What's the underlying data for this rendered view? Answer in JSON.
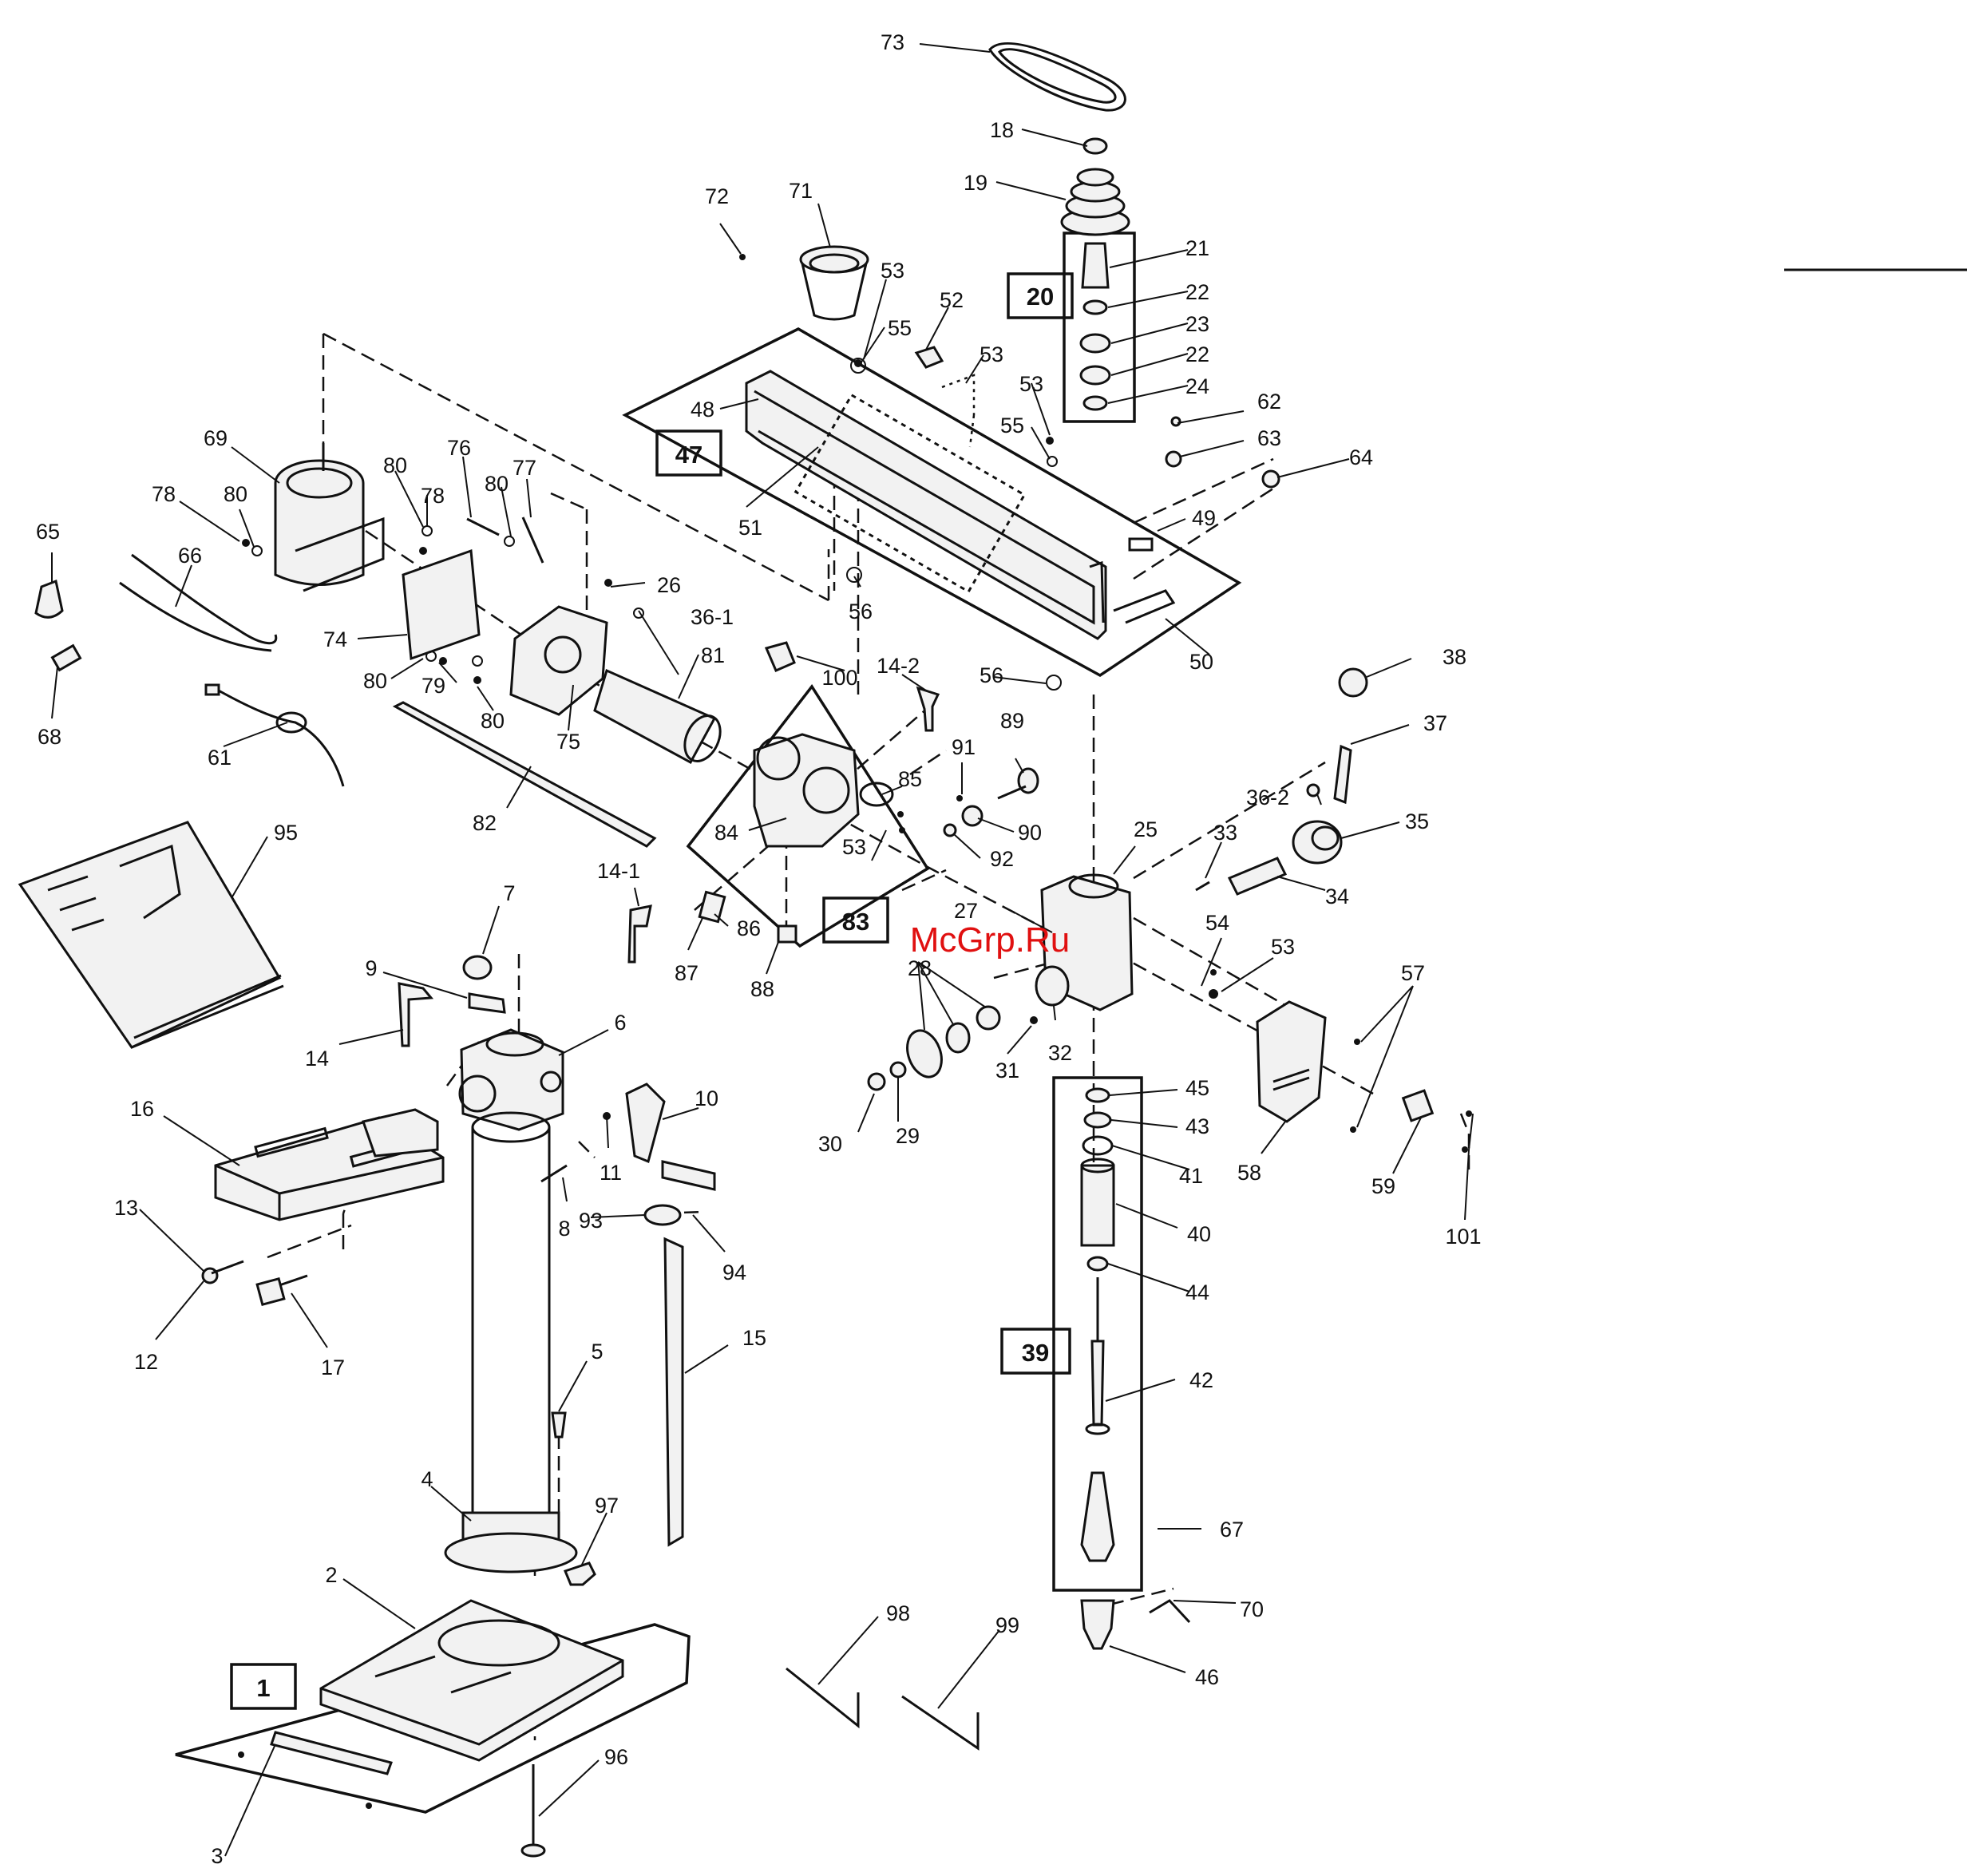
{
  "labels": {
    "l1": "1",
    "l2": "2",
    "l3": "3",
    "l4": "4",
    "l5": "5",
    "l6": "6",
    "l7": "7",
    "l8": "8",
    "l9": "9",
    "l10": "10",
    "l11": "11",
    "l12": "12",
    "l13": "13",
    "l14": "14",
    "l14_1": "14-1",
    "l14_2": "14-2",
    "l15": "15",
    "l16": "16",
    "l17": "17",
    "l18": "18",
    "l19": "19",
    "l20": "20",
    "l21": "21",
    "l22a": "22",
    "l22b": "22",
    "l23": "23",
    "l24": "24",
    "l25": "25",
    "l26": "26",
    "l27": "27",
    "l28": "28",
    "l29": "29",
    "l30": "30",
    "l31": "31",
    "l32": "32",
    "l33": "33",
    "l34": "34",
    "l35": "35",
    "l36_1": "36-1",
    "l36_2": "36-2",
    "l37": "37",
    "l38": "38",
    "l39": "39",
    "l40": "40",
    "l41": "41",
    "l42": "42",
    "l43": "43",
    "l44": "44",
    "l45": "45",
    "l46": "46",
    "l47": "47",
    "l48": "48",
    "l49": "49",
    "l50": "50",
    "l51": "51",
    "l52": "52",
    "l53a": "53",
    "l53b": "53",
    "l53c": "53",
    "l53d": "53",
    "l53e": "53",
    "l54": "54",
    "l55a": "55",
    "l55b": "55",
    "l56a": "56",
    "l56b": "56",
    "l57": "57",
    "l58": "58",
    "l59": "59",
    "l61": "61",
    "l62": "62",
    "l63": "63",
    "l64": "64",
    "l65": "65",
    "l66": "66",
    "l67": "67",
    "l68": "68",
    "l69": "69",
    "l70": "70",
    "l71": "71",
    "l72": "72",
    "l73": "73",
    "l74": "74",
    "l75": "75",
    "l76": "76",
    "l77": "77",
    "l78a": "78",
    "l78b": "78",
    "l79": "79",
    "l80a": "80",
    "l80b": "80",
    "l80c": "80",
    "l80d": "80",
    "l80e": "80",
    "l81": "81",
    "l82": "82",
    "l83": "83",
    "l84": "84",
    "l85": "85",
    "l86": "86",
    "l87": "87",
    "l88": "88",
    "l89": "89",
    "l90": "90",
    "l91": "91",
    "l92": "92",
    "l93": "93",
    "l94": "94",
    "l95": "95",
    "l96": "96",
    "l97": "97",
    "l98": "98",
    "l99": "99",
    "l100": "100",
    "l101": "101"
  },
  "watermark": "McGrp.Ru"
}
